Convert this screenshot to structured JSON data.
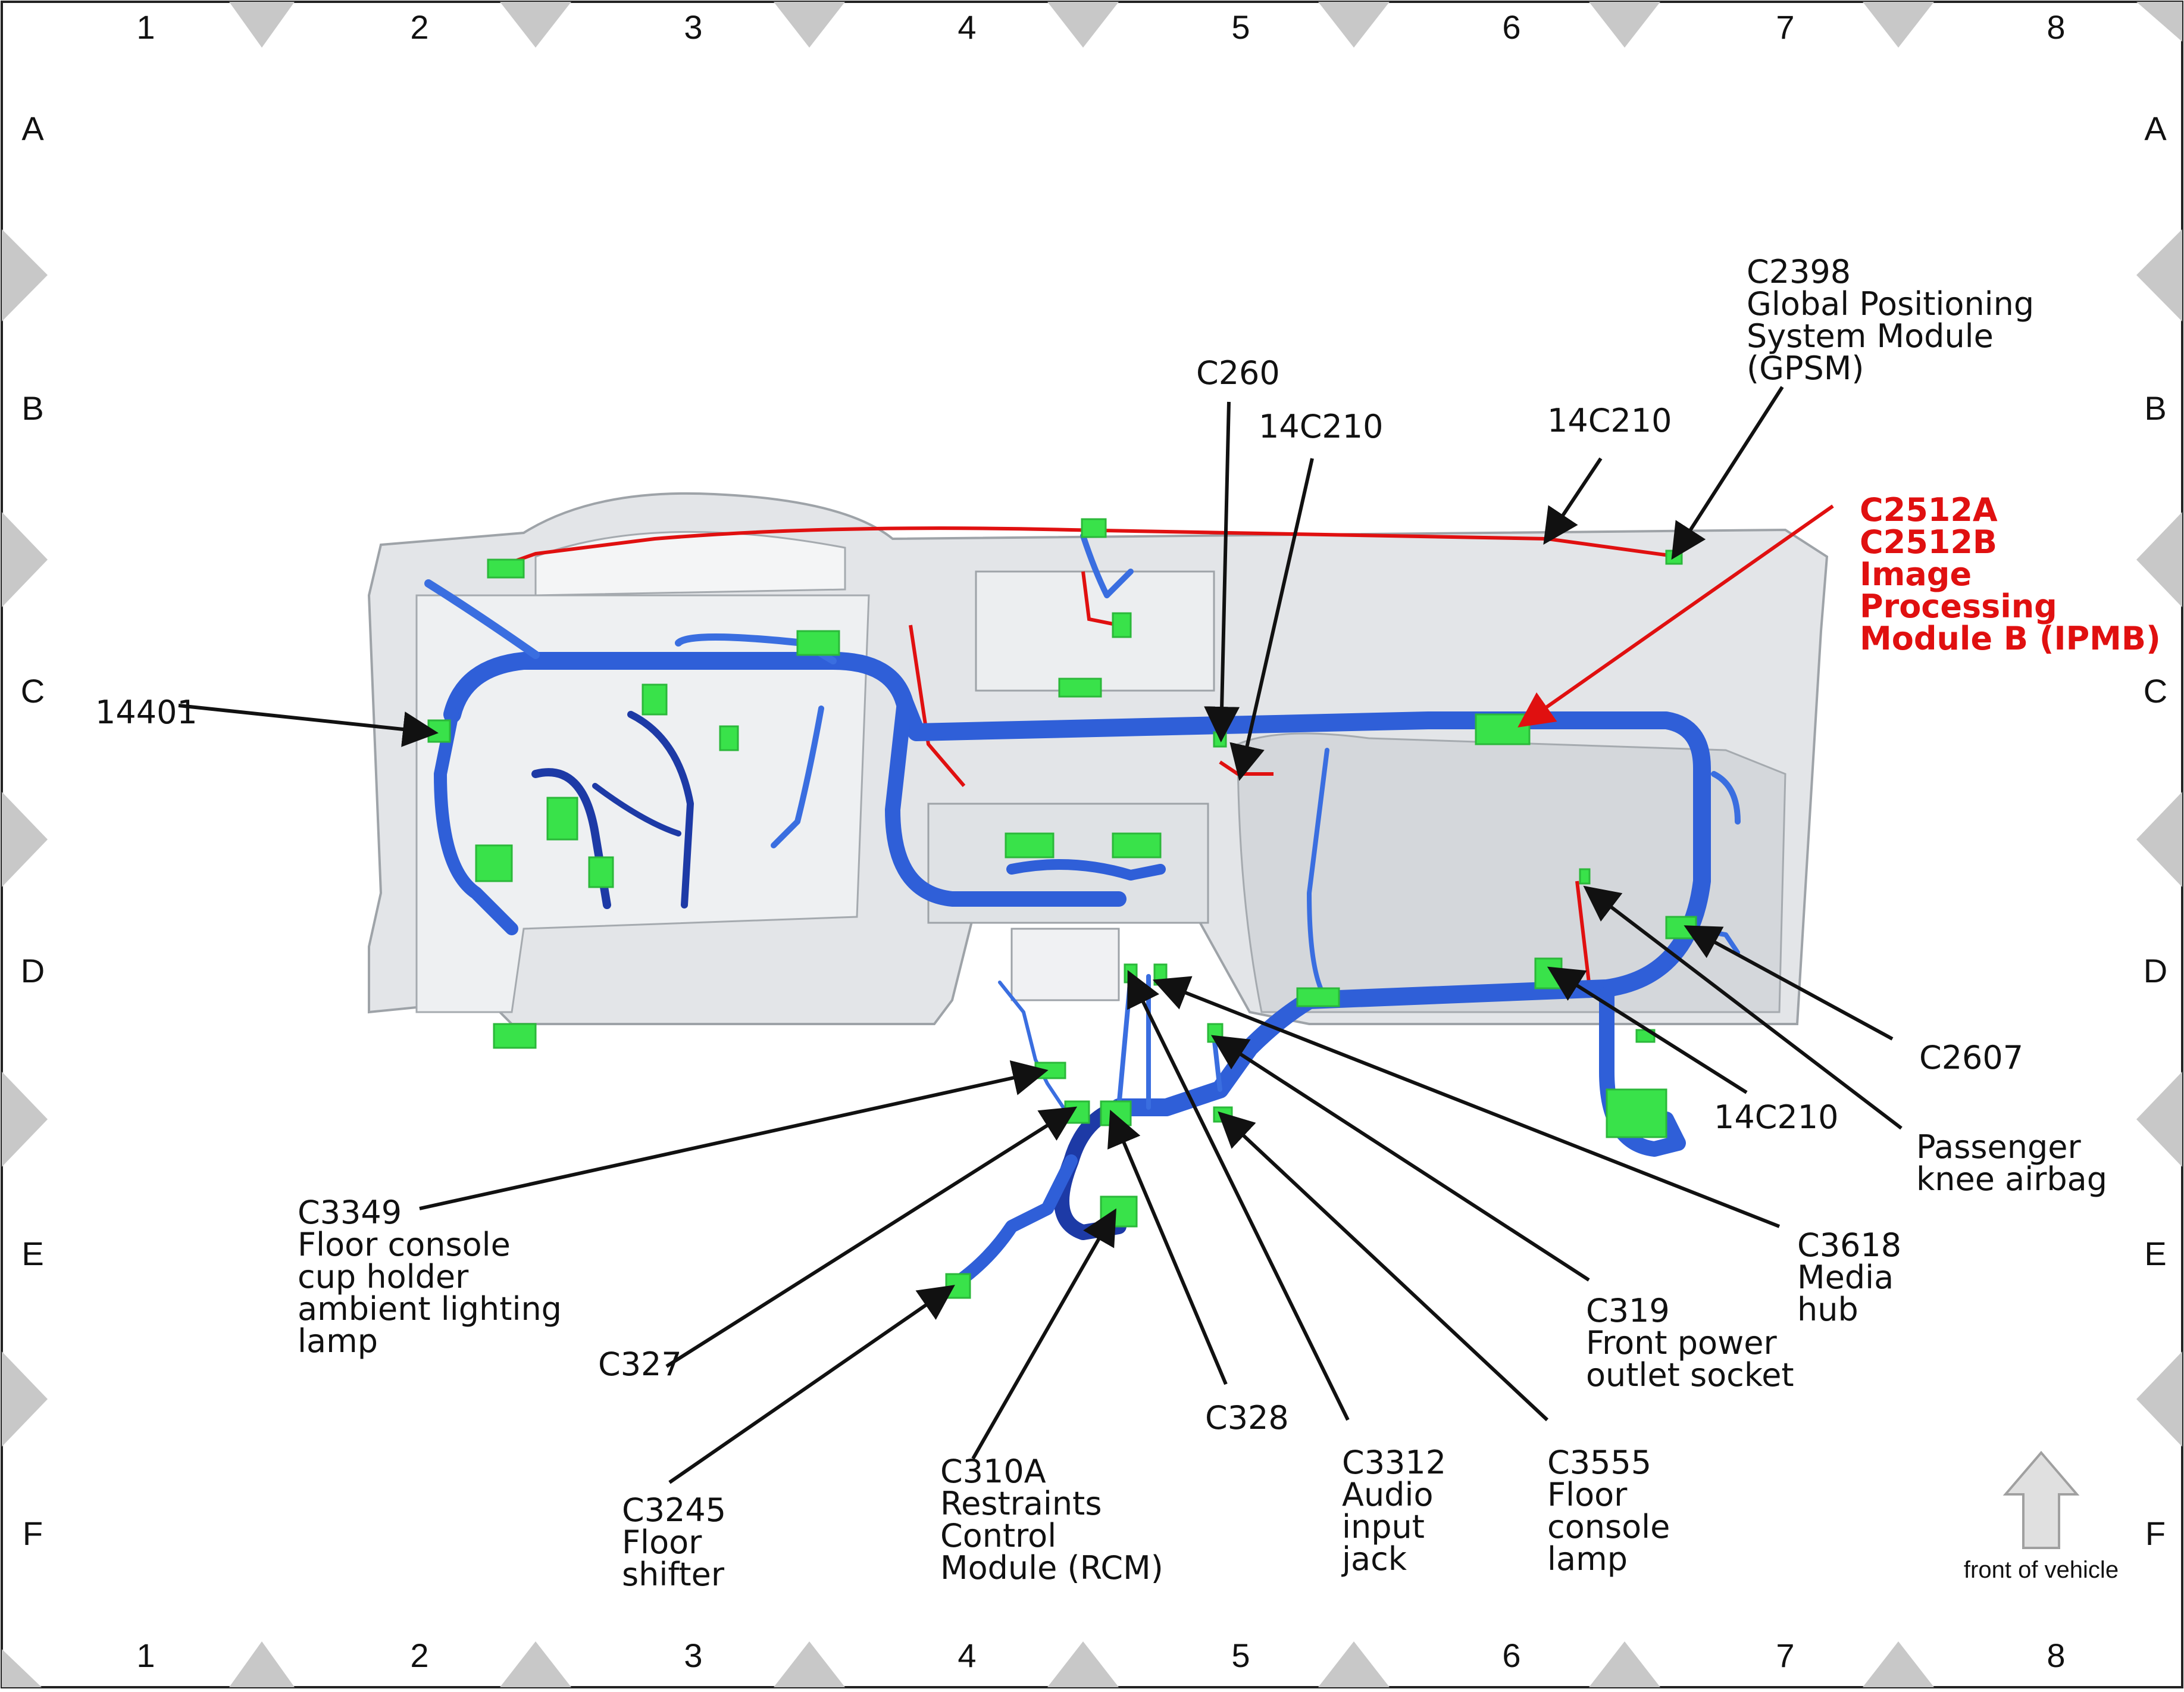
{
  "grid": {
    "columns": [
      "1",
      "2",
      "3",
      "4",
      "5",
      "6",
      "7",
      "8"
    ],
    "rows": [
      "A",
      "B",
      "C",
      "D",
      "E",
      "F"
    ]
  },
  "front_of_vehicle": "front of vehicle",
  "colors": {
    "harness": "#2f5fd8",
    "harness_dark": "#1d3aa6",
    "connector": "#39e24a",
    "red_harness": "#e01010",
    "dash": "#d9dcdf",
    "frame_marker": "#c8c8c8"
  },
  "callouts": [
    {
      "id": "c2398",
      "lines": [
        "C2398",
        "Global Positioning",
        "System Module",
        "(GPSM)"
      ]
    },
    {
      "id": "c260",
      "lines": [
        "C260"
      ]
    },
    {
      "id": "14c210_a",
      "lines": [
        "14C210"
      ]
    },
    {
      "id": "14c210_b",
      "lines": [
        "14C210"
      ]
    },
    {
      "id": "c2512",
      "lines": [
        "C2512A",
        "C2512B",
        "Image",
        "Processing",
        "Module B (IPMB)"
      ]
    },
    {
      "id": "14401",
      "lines": [
        "14401"
      ]
    },
    {
      "id": "c2607",
      "lines": [
        "C2607"
      ]
    },
    {
      "id": "14c210_c",
      "lines": [
        "14C210"
      ]
    },
    {
      "id": "knee",
      "lines": [
        "Passenger",
        "knee airbag"
      ]
    },
    {
      "id": "c3618",
      "lines": [
        "C3618",
        "Media",
        "hub"
      ]
    },
    {
      "id": "c319",
      "lines": [
        "C319",
        "Front power",
        "outlet socket"
      ]
    },
    {
      "id": "c3349",
      "lines": [
        "C3349",
        "Floor console",
        "cup holder",
        "ambient lighting",
        "lamp"
      ]
    },
    {
      "id": "c327",
      "lines": [
        "C327"
      ]
    },
    {
      "id": "c328",
      "lines": [
        "C328"
      ]
    },
    {
      "id": "c3245",
      "lines": [
        "C3245",
        "Floor",
        "shifter"
      ]
    },
    {
      "id": "c310a",
      "lines": [
        "C310A",
        "Restraints",
        "Control",
        "Module (RCM)"
      ]
    },
    {
      "id": "c3312",
      "lines": [
        "C3312",
        "Audio",
        "input",
        "jack"
      ]
    },
    {
      "id": "c3555",
      "lines": [
        "C3555",
        "Floor",
        "console",
        "lamp"
      ]
    }
  ]
}
